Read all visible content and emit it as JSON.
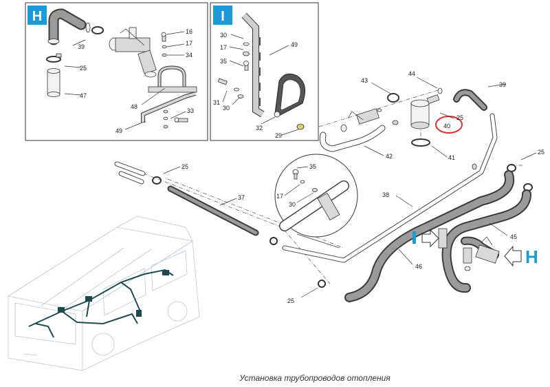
{
  "caption": "Установка трубопроводов отопления",
  "insets": {
    "h": {
      "letter": "H"
    },
    "i": {
      "letter": "I"
    }
  },
  "markers": {
    "i_letter": "I",
    "h_letter": "H"
  },
  "highlight_label": "40",
  "colors": {
    "accent_blue": "#1e9ad6",
    "highlight_red": "#e03030",
    "harness": "#1f4a4d"
  },
  "labels": {
    "l39a": "39",
    "l25a": "25",
    "l47": "47",
    "l16": "16",
    "l17a": "17",
    "l34": "34",
    "l48": "48",
    "l49a": "49",
    "l33": "33",
    "l30a": "30",
    "l17b": "17",
    "l49b": "49",
    "l35a": "35",
    "l31": "31",
    "l30b": "30",
    "l32": "32",
    "l29": "29",
    "l43": "43",
    "l44": "44",
    "l39b": "39",
    "l25b": "25",
    "l41": "41",
    "l42": "42",
    "l25c": "25",
    "l37": "37",
    "l35b": "35",
    "l17c": "17",
    "l30c": "30",
    "l38": "38",
    "l25d": "25",
    "l45": "45",
    "l46": "46",
    "l25e": "25"
  }
}
